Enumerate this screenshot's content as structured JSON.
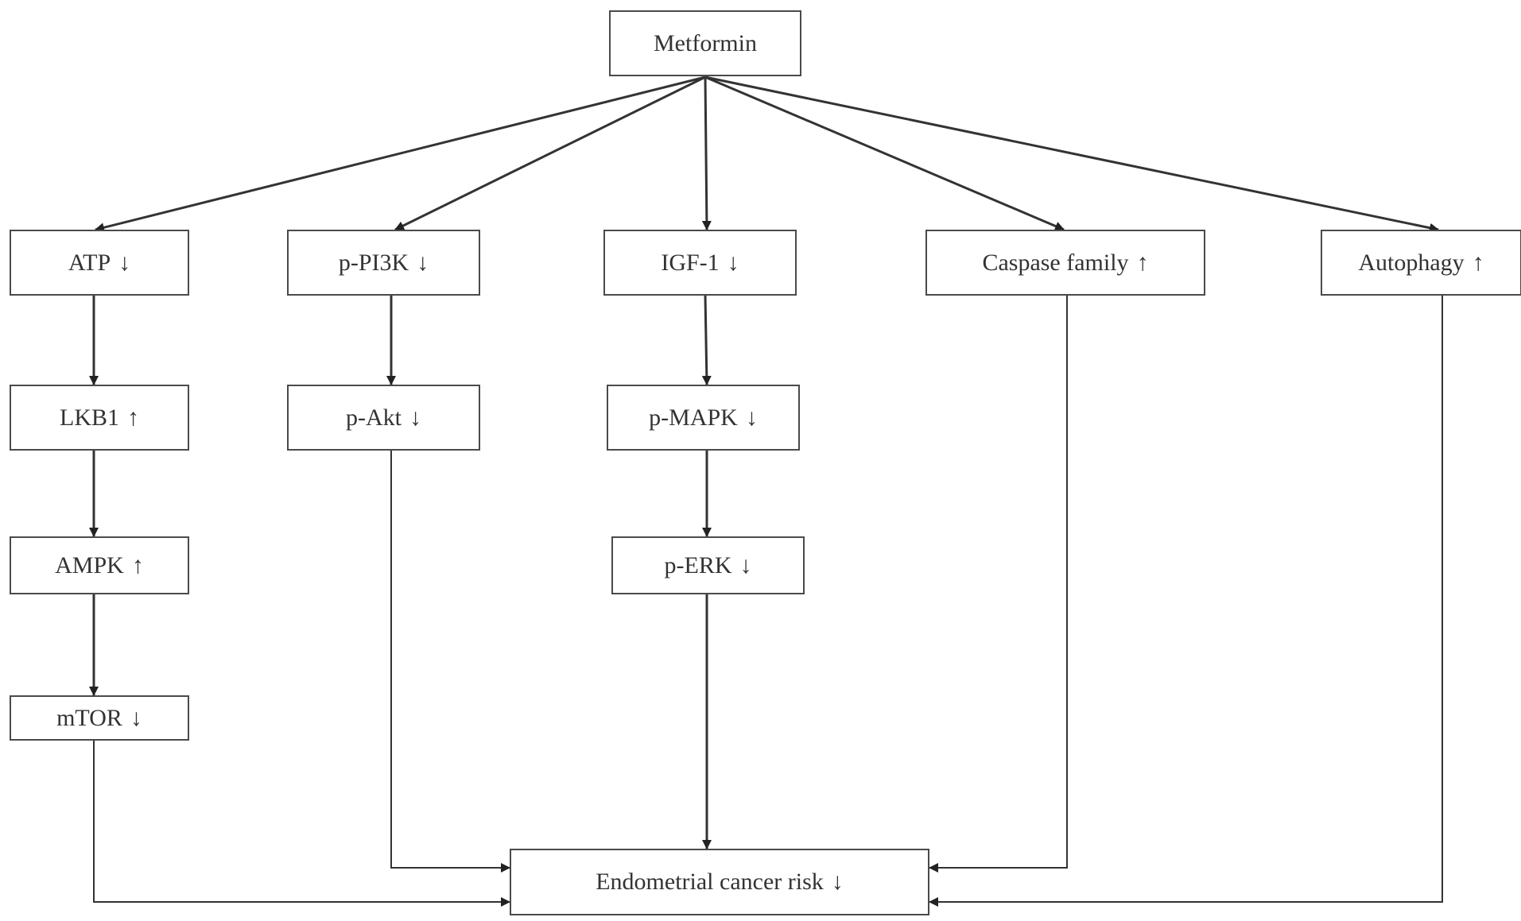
{
  "nodes": {
    "metformin": {
      "label": "Metformin",
      "arrow": ""
    },
    "atp": {
      "label": "ATP",
      "arrow": "↓"
    },
    "ppi3k": {
      "label": "p-PI3K",
      "arrow": "↓"
    },
    "igf1": {
      "label": "IGF-1",
      "arrow": "↓"
    },
    "caspase": {
      "label": "Caspase family",
      "arrow": "↑"
    },
    "autophagy": {
      "label": "Autophagy",
      "arrow": "↑"
    },
    "lkb1": {
      "label": "LKB1",
      "arrow": "↑"
    },
    "pakt": {
      "label": "p-Akt",
      "arrow": "↓"
    },
    "pmapk": {
      "label": "p-MAPK",
      "arrow": "↓"
    },
    "ampk": {
      "label": "AMPK",
      "arrow": "↑"
    },
    "perk": {
      "label": "p-ERK",
      "arrow": "↓"
    },
    "mtor": {
      "label": "mTOR",
      "arrow": "↓"
    },
    "endometrial": {
      "label": "Endometrial cancer risk",
      "arrow": "↓"
    }
  },
  "edges": [
    [
      "metformin",
      "atp"
    ],
    [
      "metformin",
      "ppi3k"
    ],
    [
      "metformin",
      "igf1"
    ],
    [
      "metformin",
      "caspase"
    ],
    [
      "metformin",
      "autophagy"
    ],
    [
      "atp",
      "lkb1"
    ],
    [
      "lkb1",
      "ampk"
    ],
    [
      "ampk",
      "mtor"
    ],
    [
      "ppi3k",
      "pakt"
    ],
    [
      "igf1",
      "pmapk"
    ],
    [
      "pmapk",
      "perk"
    ],
    [
      "perk",
      "endometrial"
    ],
    [
      "mtor",
      "endometrial"
    ],
    [
      "pakt",
      "endometrial"
    ],
    [
      "caspase",
      "endometrial"
    ],
    [
      "autophagy",
      "endometrial"
    ]
  ],
  "colors": {
    "stroke": "#333333",
    "box_border": "#4a4a4a",
    "text": "#333333",
    "background": "#ffffff"
  }
}
